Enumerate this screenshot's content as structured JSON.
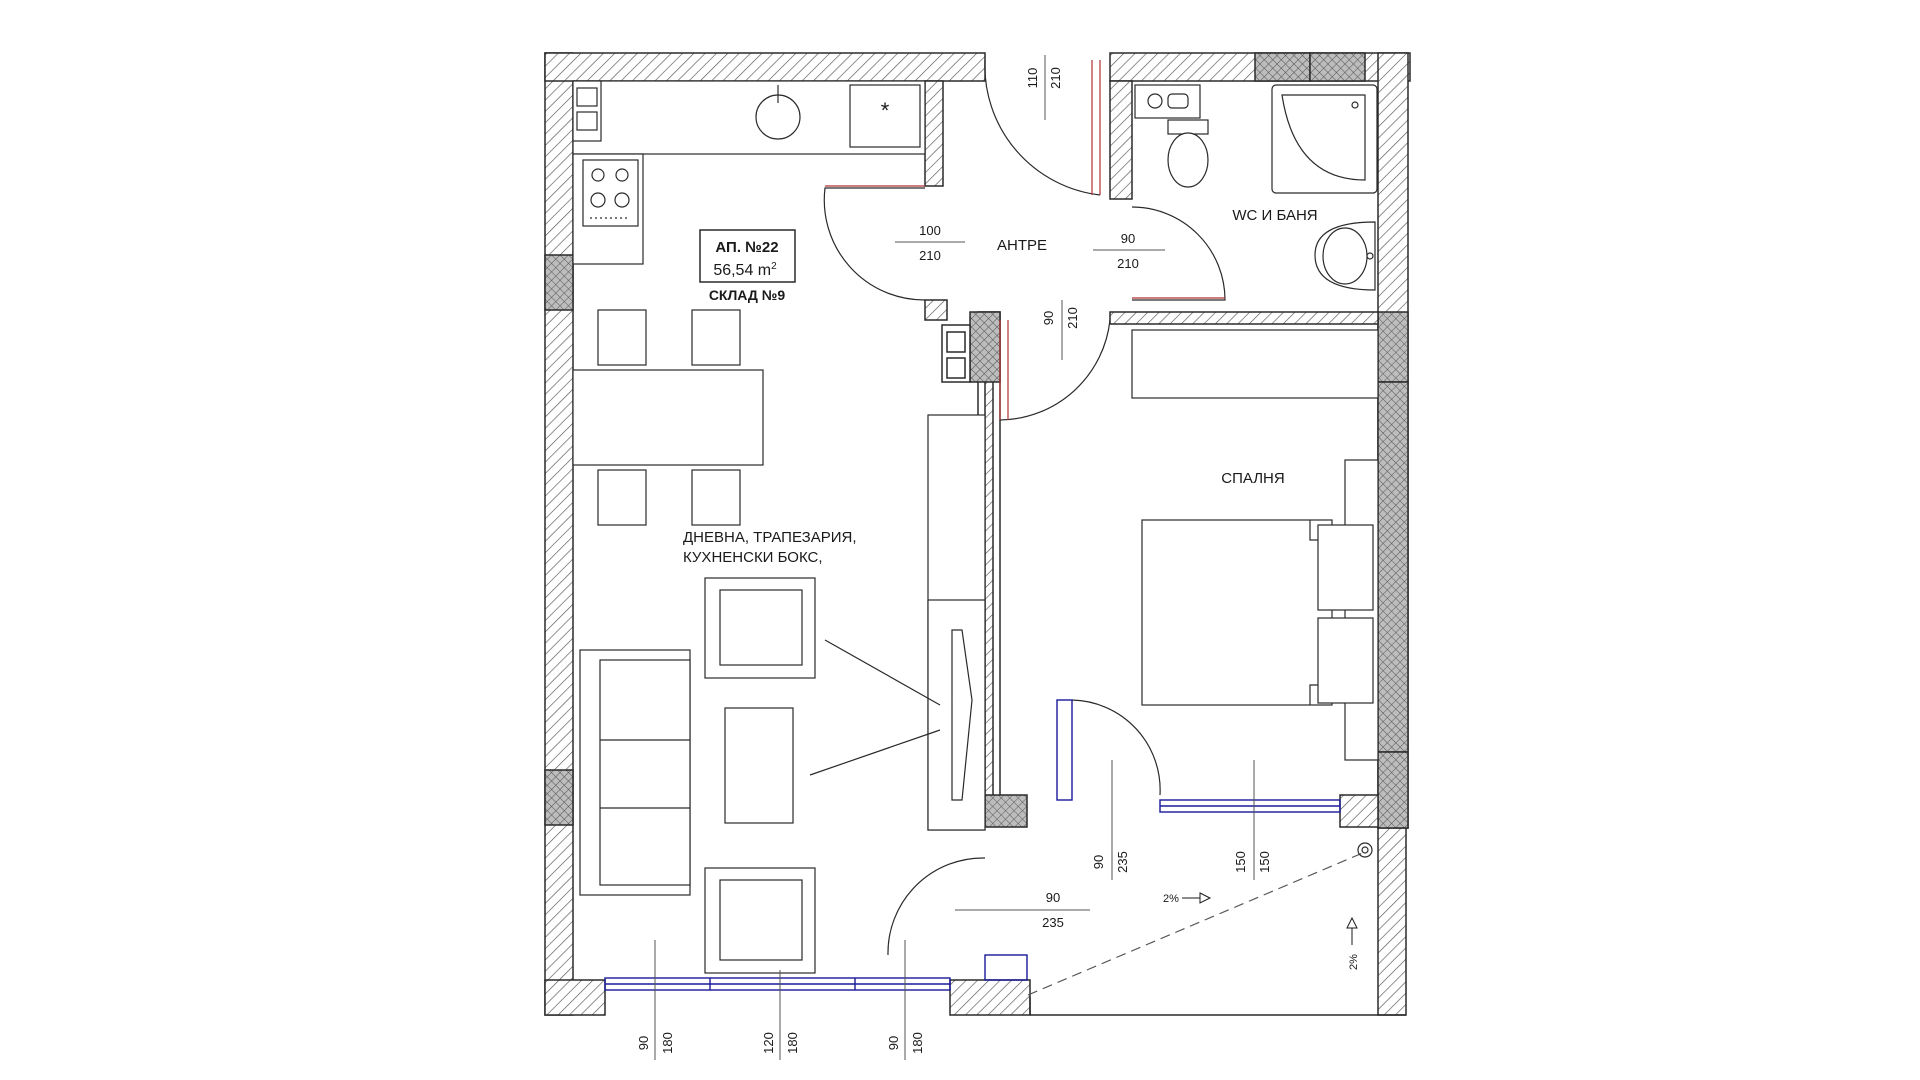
{
  "apartment": {
    "title": "АП. №22",
    "area_value": "56,54 m",
    "area_sup": "2",
    "storage": "СКЛАД №9"
  },
  "rooms": {
    "living": [
      "ДНЕВНА, ТРАПЕЗАРИЯ,",
      "КУХНЕНСКИ БОКС,"
    ],
    "hall": "АНТРЕ",
    "bath": "WC И БАНЯ",
    "bedroom": "СПАЛНЯ"
  },
  "dimensions": {
    "entrance_top": [
      "110",
      "210"
    ],
    "hall_left_door": [
      "100",
      "210"
    ],
    "hall_right_door": [
      "90",
      "210"
    ],
    "hall_bottom_door": [
      "90",
      "210"
    ],
    "balcony_bed_door": [
      "90",
      "235"
    ],
    "bedroom_window": [
      "150",
      "150"
    ],
    "balcony_living_door": [
      "90",
      "235"
    ],
    "living_window_1": [
      "90",
      "180"
    ],
    "living_window_2": [
      "120",
      "180"
    ],
    "living_window_3": [
      "90",
      "180"
    ]
  },
  "slopes": {
    "horizontal": "2%",
    "vertical": "2%"
  },
  "colors": {
    "wall": "#2a2a2a",
    "door_swing": "#b03030",
    "window": "#1a1a9a",
    "hatch": "#777777"
  }
}
